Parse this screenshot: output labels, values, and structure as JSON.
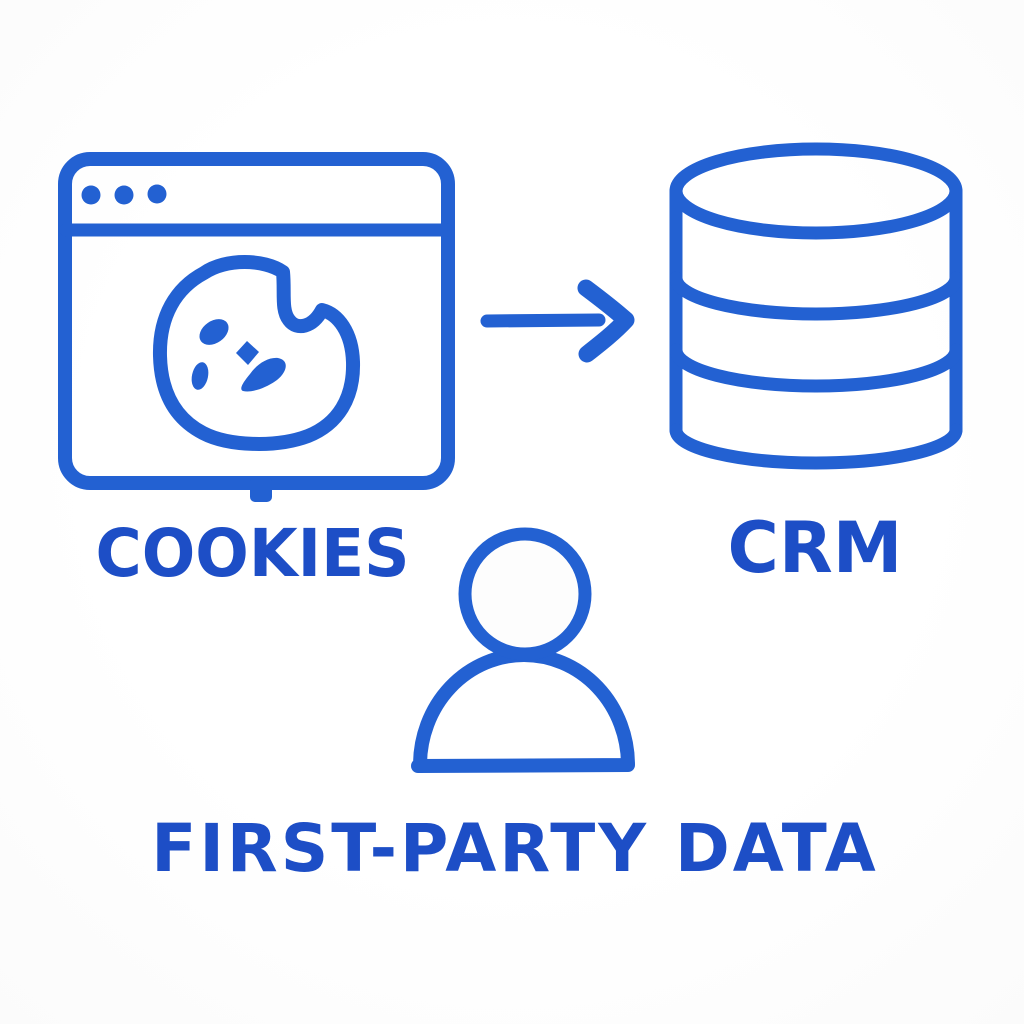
{
  "diagram": {
    "style": "hand-drawn marker sketch",
    "nodes": [
      {
        "id": "cookies",
        "label": "COOKIES",
        "icon": "browser-cookie-icon"
      },
      {
        "id": "crm",
        "label": "CRM",
        "icon": "database-icon"
      },
      {
        "id": "first-party-data",
        "label": "FIRST-PARTY DATA",
        "icon": "person-icon"
      }
    ],
    "edges": [
      {
        "from": "COOKIES",
        "to": "CRM",
        "style": "right-arrow"
      }
    ]
  },
  "colors": {
    "ink": "#2361d2",
    "text": "#1d4ec6",
    "background": "#fdfdfd"
  }
}
